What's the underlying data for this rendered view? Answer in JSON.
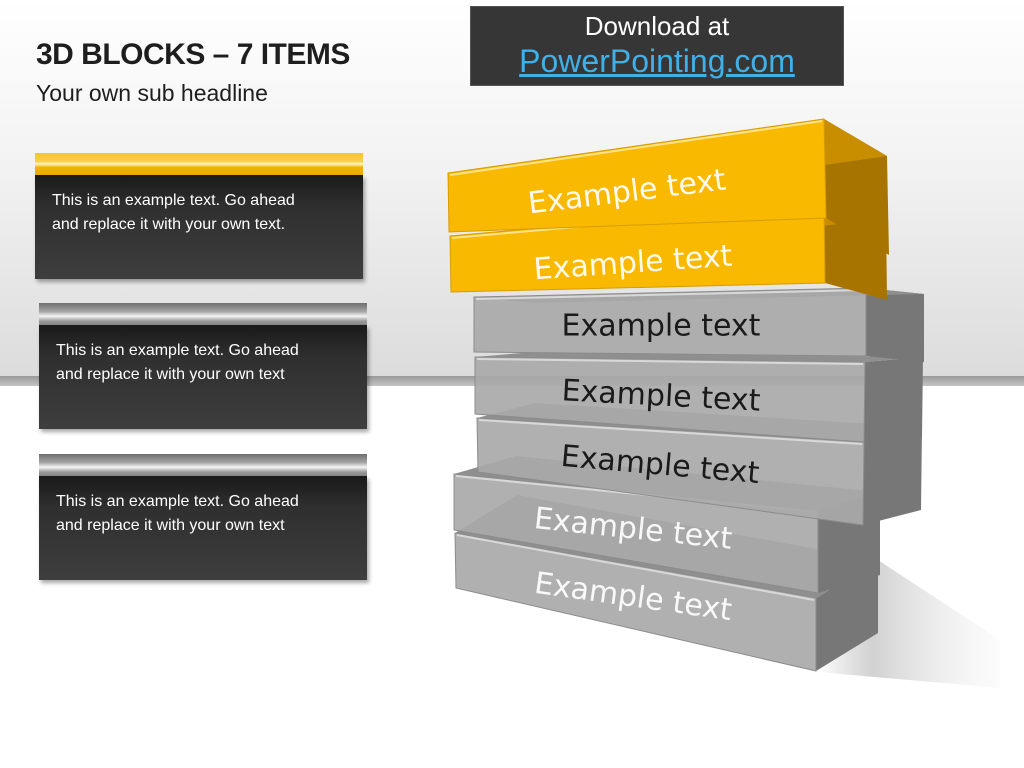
{
  "slide": {
    "title": "3D BLOCKS – 7 ITEMS",
    "subtitle": "Your own sub headline"
  },
  "download": {
    "label": "Download at",
    "link_text": "PowerPointing.com"
  },
  "cards": [
    {
      "text_line1": "This is an example text. Go ahead",
      "text_line2": "and replace it with your own text.",
      "accent": "#f5b800"
    },
    {
      "text_line1": "This is an example text. Go ahead",
      "text_line2": "and replace it with your own text",
      "accent": "#9e9e9e"
    },
    {
      "text_line1": "This is an example text. Go ahead",
      "text_line2": "and replace it with your own text",
      "accent": "#9e9e9e"
    }
  ],
  "blocks": [
    {
      "label": "Example text",
      "color": "yellow"
    },
    {
      "label": "Example text",
      "color": "yellow"
    },
    {
      "label": "Example text",
      "color": "gray"
    },
    {
      "label": "Example text",
      "color": "gray"
    },
    {
      "label": "Example text",
      "color": "gray"
    },
    {
      "label": "Example text",
      "color": "gray"
    },
    {
      "label": "Example text",
      "color": "gray"
    }
  ],
  "colors": {
    "yellow_front": "#f8b900",
    "yellow_side": "#a77400",
    "gray_front": "#a9a9a9",
    "gray_side": "#777777",
    "link": "#3fb0e8"
  }
}
